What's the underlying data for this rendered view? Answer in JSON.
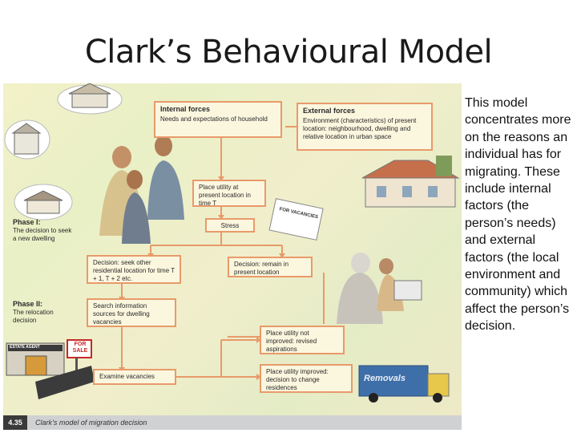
{
  "slide": {
    "title": "Clark’s Behavioural Model",
    "description": "This model concentrates more on the reasons an individual has for migrating. These include internal factors (the person’s needs) and external factors (the local environment and community) which affect the person’s decision."
  },
  "diagram": {
    "internal_forces": {
      "title": "Internal forces",
      "body": "Needs and expectations of household"
    },
    "external_forces": {
      "title": "External forces",
      "body": "Environment (characteristics) of present location: neighbourhood, dwelling and relative location in urban space"
    },
    "place_utility": "Place utility at present location in time T",
    "stress": "Stress",
    "phase1": {
      "title": "Phase I:",
      "body": "The decision to seek a new dwelling"
    },
    "phase2": {
      "title": "Phase II:",
      "body": "The relocation decision"
    },
    "decision_seek": "Decision: seek other residential location for time T + 1, T + 2 etc.",
    "decision_remain": "Decision: remain in present location",
    "search_info": "Search information sources for dwelling vacancies",
    "not_improved": "Place utility not improved: revised aspirations",
    "improved": "Place utility improved: decision to change residences",
    "examine": "Examine vacancies",
    "vacancies_sign": "FOR VACANCIES",
    "estate_agent": "ESTATE AGENT",
    "for_sale": "FOR SALE",
    "removals": "Removals",
    "caption_number": "4.35",
    "caption": "Clark’s model of migration decision"
  }
}
